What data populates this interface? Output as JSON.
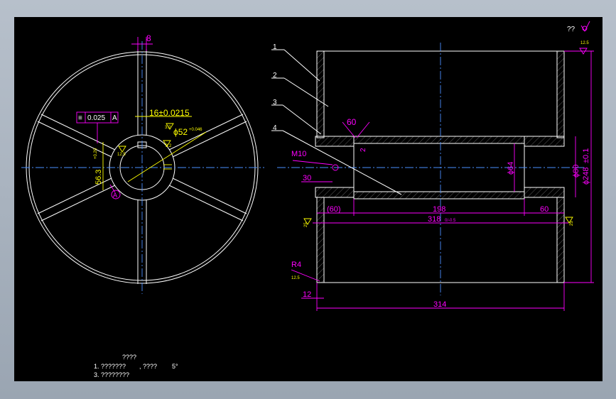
{
  "corner_mark": "??",
  "roughness": {
    "r1": "12.5",
    "r2": "12.5",
    "r3": "12.5",
    "r4": "3.2",
    "r5": "3.2",
    "r6": "25",
    "r7": "25"
  },
  "left_view": {
    "dim_8": "8",
    "tolerance_frame": "0.025",
    "datum_a_frame": "A",
    "keyway_dim": "16±0.0215",
    "bore_dim": "ϕ52",
    "bore_tol": "+0.046",
    "keyway_depth": "56.3",
    "keyway_depth_tol": "+0.20",
    "datum_a": "A"
  },
  "right_view": {
    "parts": [
      "1",
      "2",
      "3",
      "4"
    ],
    "dim_60_chamfer": "60",
    "dim_2": "2",
    "thread": "M10",
    "dim_30": "30",
    "dim_phi64": "ϕ64",
    "dim_phi80": "ϕ80",
    "dim_phi248": "ϕ248",
    "dim_phi248_tol": "±0.1",
    "dim_left_60": "(60)",
    "dim_198": "198",
    "dim_right_60": "60",
    "dim_318": "318",
    "dim_318_tol": "0/-0.5",
    "dim_r4": "R4",
    "dim_12": "12",
    "dim_314": "314"
  },
  "notes": {
    "title": "????",
    "line1": "1. ???????",
    "line1b": ", ????",
    "line1c": "5°",
    "line3": "3. ????????"
  }
}
